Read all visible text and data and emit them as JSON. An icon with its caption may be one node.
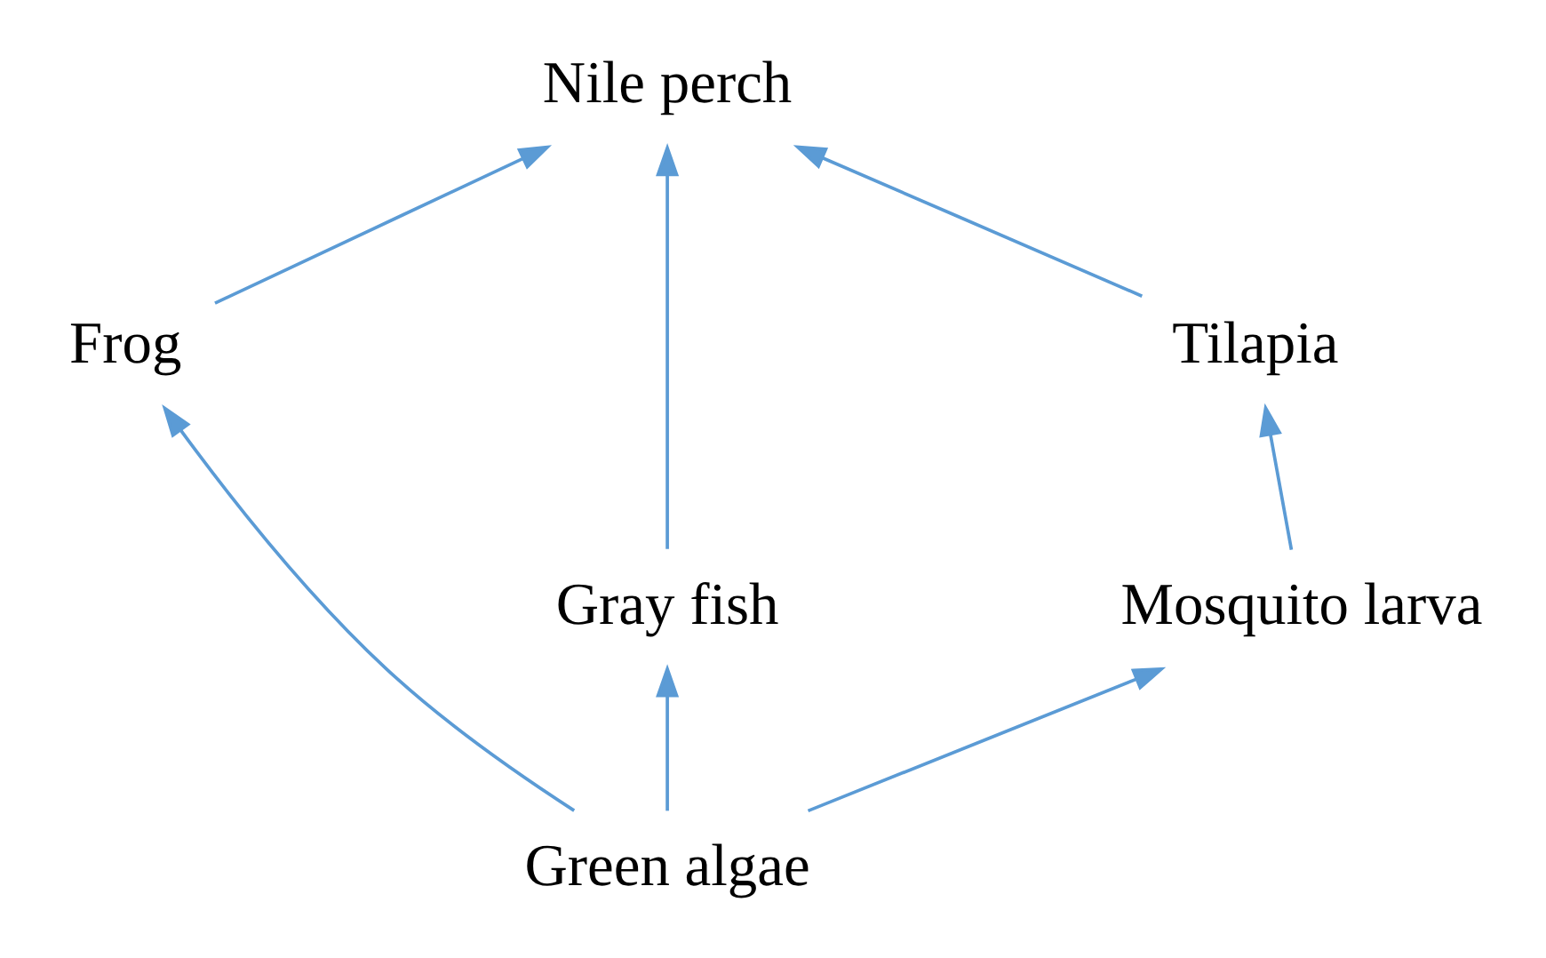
{
  "diagram": {
    "nodes": [
      {
        "text": [
          "Nile perch"
        ]
      },
      {
        "text": [
          "Frog"
        ]
      },
      {
        "text": [
          "Tilapia"
        ]
      },
      {
        "text": [
          "Gray fish"
        ]
      },
      {
        "text": [
          "Mosquito larva"
        ]
      },
      {
        "text": [
          "Green algae"
        ]
      }
    ],
    "edges": [
      {
        "from": 1,
        "to": 0,
        "arrow": "to"
      },
      {
        "from": 2,
        "to": 0,
        "arrow": "to"
      },
      {
        "from": 3,
        "to": 0,
        "arrow": "to"
      },
      {
        "from": 5,
        "to": 1,
        "arrow": "to"
      },
      {
        "from": 4,
        "to": 2,
        "arrow": "to"
      },
      {
        "from": 5,
        "to": 4,
        "arrow": "to"
      },
      {
        "from": 5,
        "to": 3,
        "arrow": "to"
      }
    ]
  }
}
